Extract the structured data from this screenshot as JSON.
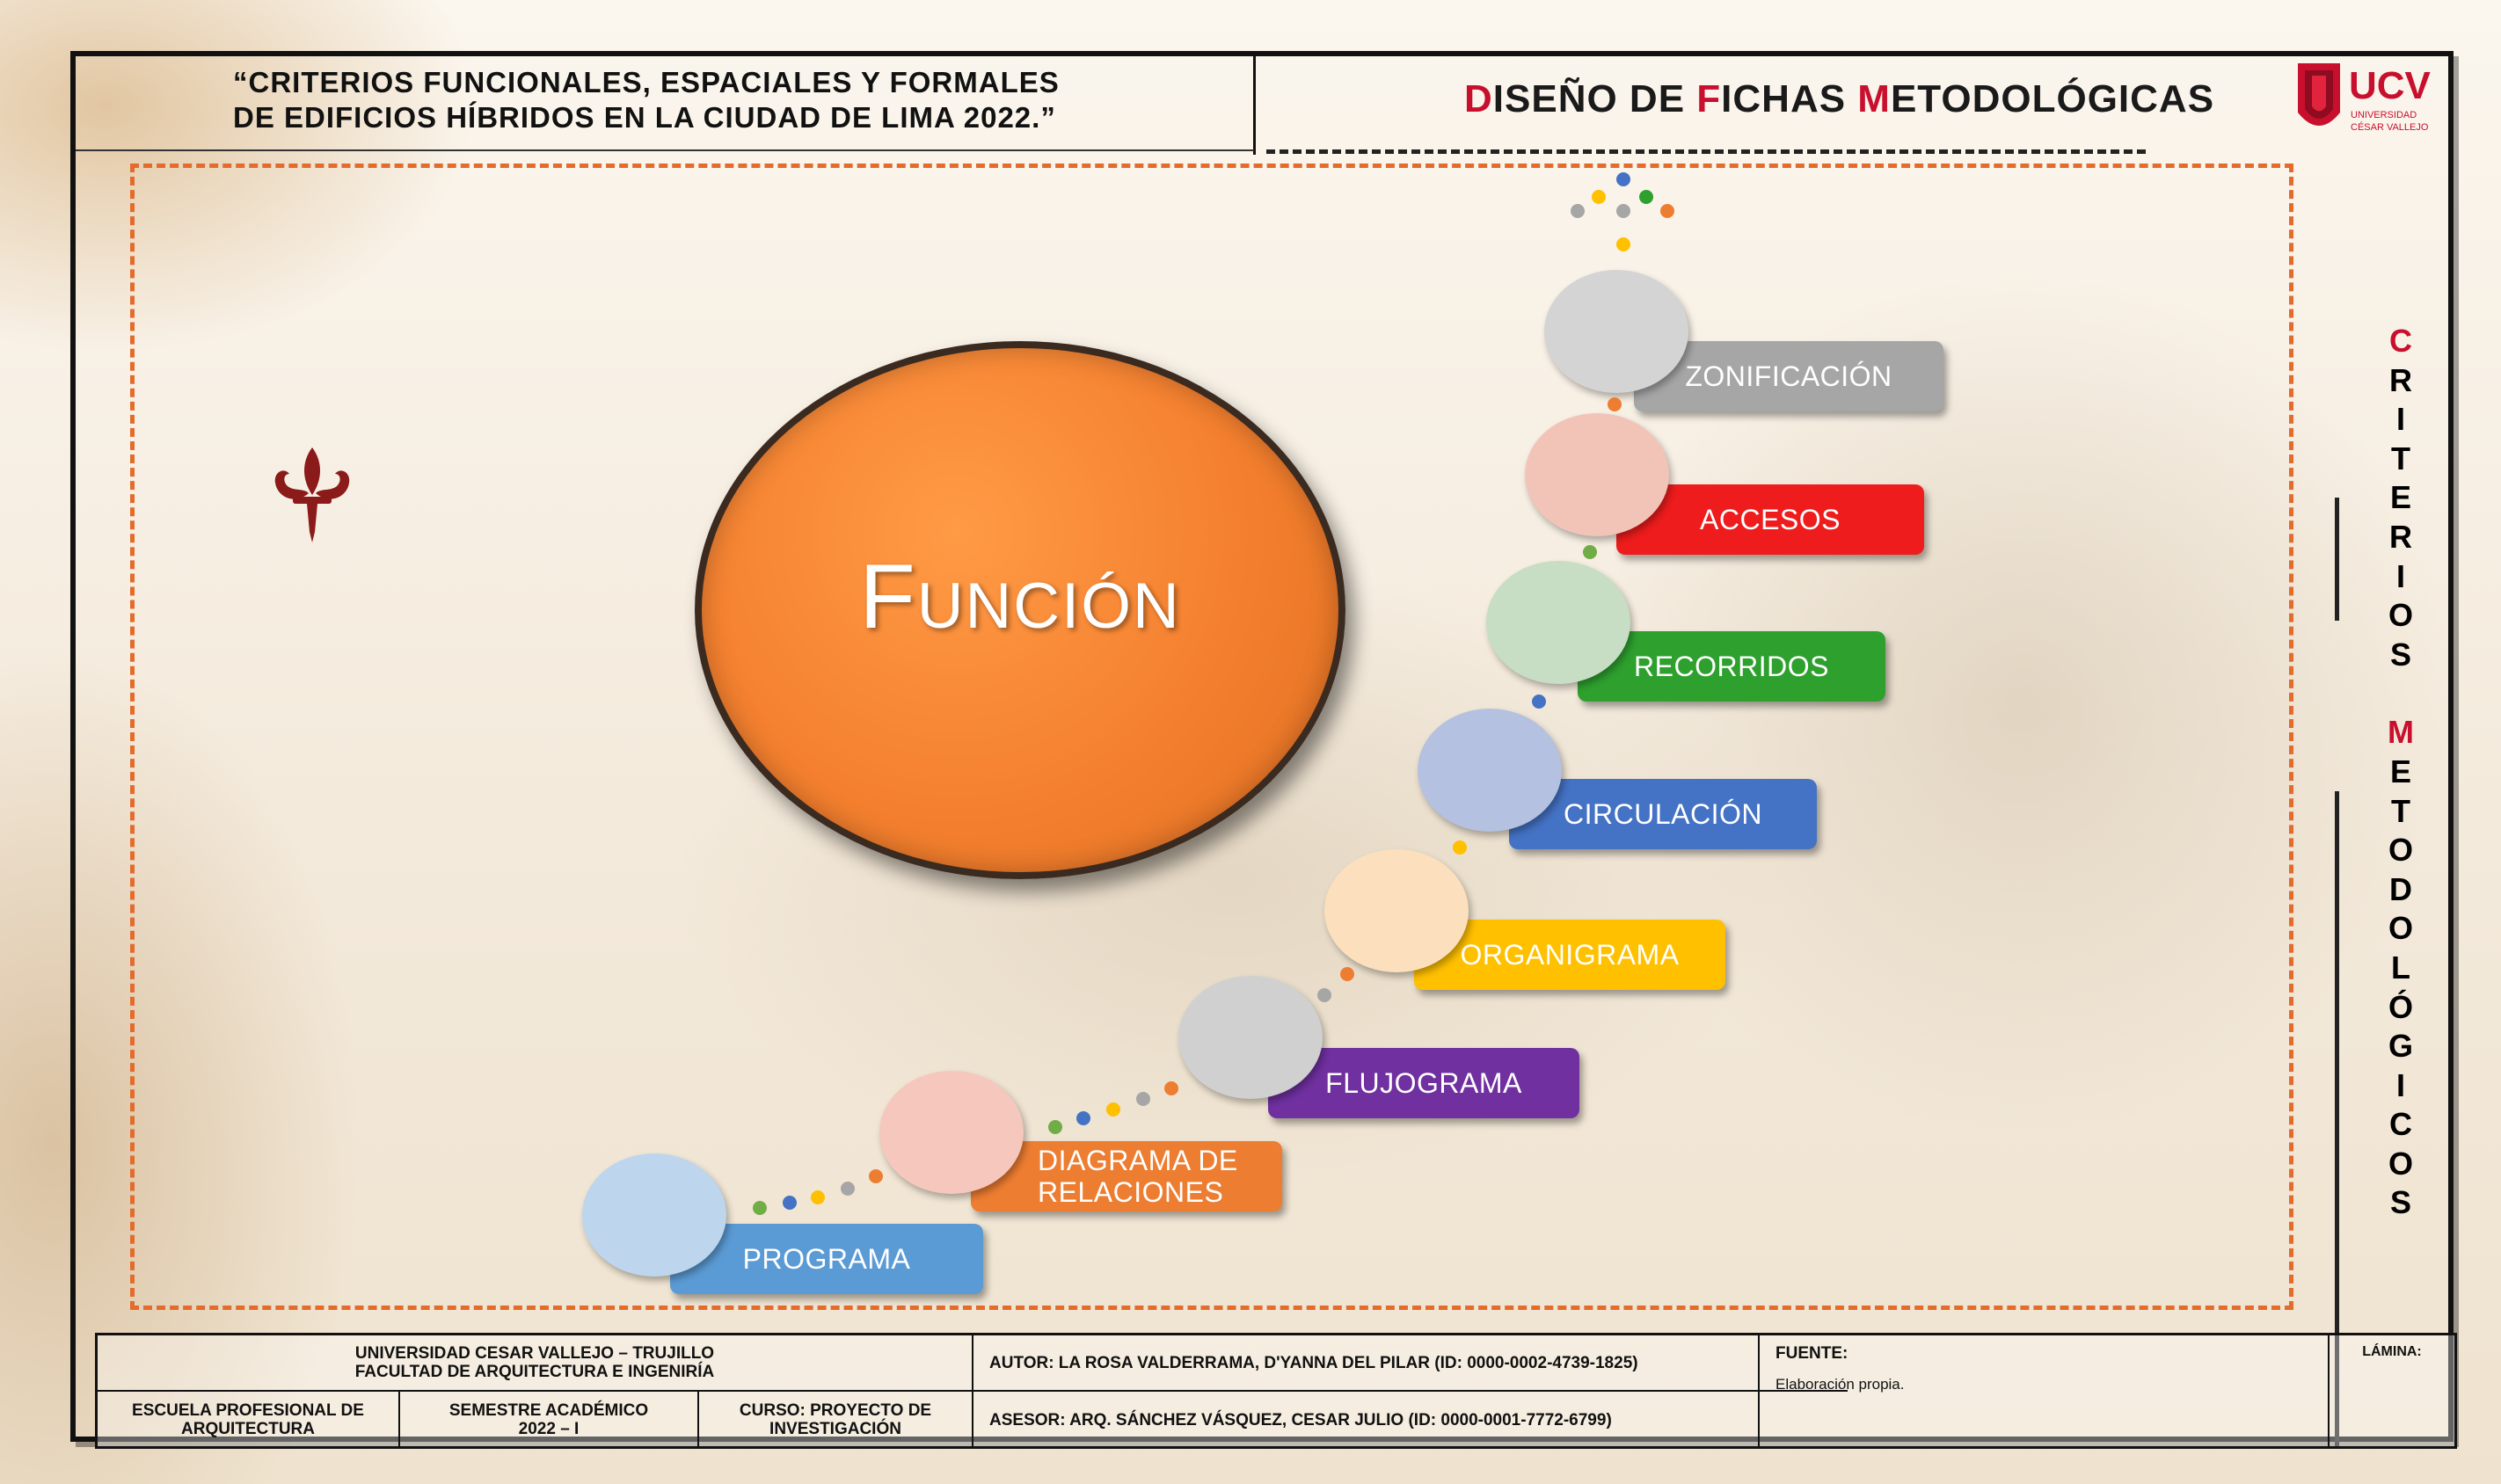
{
  "header": {
    "title_line1": "“CRITERIOS FUNCIONALES, ESPACIALES Y FORMALES",
    "title_line2": "DE EDIFICIOS HÍBRIDOS EN LA CIUDAD DE LIMA 2022.”",
    "fichas": {
      "d": "D",
      "iseño": "ISEÑO DE ",
      "f": "F",
      "ichas": "ICHAS ",
      "m": "M",
      "etod": "ETODOLÓGICAS"
    },
    "logo_text": "UCV",
    "logo_sub1": "UNIVERSIDAD",
    "logo_sub2": "CÉSAR VALLEJO"
  },
  "main_label": "Función",
  "steps": [
    {
      "label": "ZONIFICACIÓN",
      "bar_color": "#a6a6a6",
      "circle_color": "#d4d4d4"
    },
    {
      "label": "ACCESOS",
      "bar_color": "#ee1c1c",
      "circle_color": "#f2c4b8"
    },
    {
      "label": "RECORRIDOS",
      "bar_color": "#2ea02e",
      "circle_color": "#c7ddc4"
    },
    {
      "label": "CIRCULACIÓN",
      "bar_color": "#4472c4",
      "circle_color": "#b4c1e0"
    },
    {
      "label": "ORGANIGRAMA",
      "bar_color": "#ffc000",
      "circle_color": "#fce0bd"
    },
    {
      "label": "FLUJOGRAMA",
      "bar_color": "#7030a0",
      "circle_color": "#d0d0d0"
    },
    {
      "label_line1": "DIAGRAMA DE",
      "label_line2": "RELACIONES",
      "bar_color": "#ed7d31",
      "circle_color": "#f6c8bd"
    },
    {
      "label": "PROGRAMA",
      "bar_color": "#5b9bd5",
      "circle_color": "#bdd6ee"
    }
  ],
  "vertical_title": {
    "word1": [
      "C",
      "R",
      "I",
      "T",
      "E",
      "R",
      "I",
      "O",
      "S"
    ],
    "word2": [
      "M",
      "E",
      "T",
      "O",
      "D",
      "O",
      "L",
      "Ó",
      "G",
      "I",
      "C",
      "O",
      "S"
    ],
    "accent": "#c8102e"
  },
  "footer": {
    "university": "UNIVERSIDAD CESAR VALLEJO – TRUJILLO",
    "faculty": "FACULTAD DE ARQUITECTURA E INGENIRÍA",
    "school": "ESCUELA PROFESIONAL DE ARQUITECTURA",
    "semester_line1": "SEMESTRE ACADÉMICO",
    "semester_line2": "2022 – I",
    "course_line1": "CURSO: PROYECTO DE",
    "course_line2": "INVESTIGACIÓN",
    "author": "AUTOR: LA ROSA VALDERRAMA, D'YANNA DEL PILAR (ID: 0000-0002-4739-1825)",
    "advisor": "ASESOR: ARQ. SÁNCHEZ VÁSQUEZ, CESAR JULIO (ID: 0000-0001-7772-6799)",
    "source_label": "FUENTE:",
    "source_value": "Elaboración propia.",
    "sheet_label": "LÁMINA:"
  }
}
